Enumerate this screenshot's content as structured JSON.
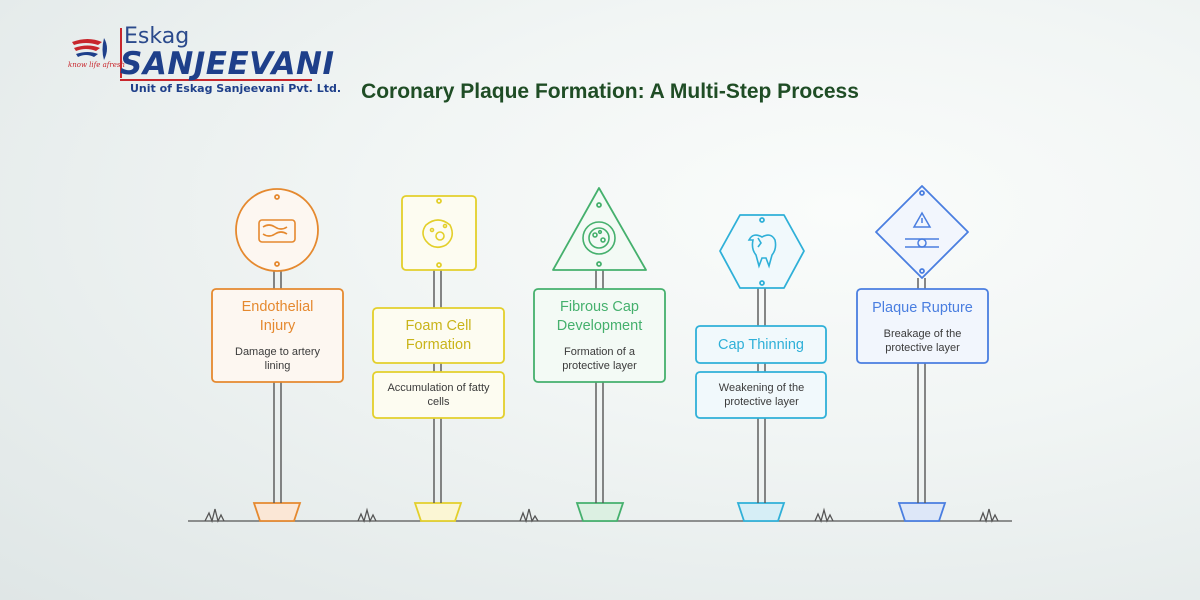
{
  "header": {
    "logo": {
      "brand_top": "Eskag",
      "brand_main": "SANJEEVANI",
      "tagline": "know life afresh",
      "unit": "Unit of Eskag Sanjeevani Pvt. Ltd."
    },
    "title": "Coronary Plaque Formation: A Multi-Step Process"
  },
  "colors": {
    "orange": "#e5892f",
    "yellow": "#e3cf2b",
    "green": "#45b06d",
    "cyan": "#2fb0d8",
    "blue": "#4a7ee0",
    "ground": "#555555",
    "brand_red": "#c8262c",
    "brand_blue": "#1e3f8a"
  },
  "steps": [
    {
      "title": "Endothelial Injury",
      "description": "Damage to artery lining",
      "color_key": "orange",
      "icon": "damaged-tissue-icon"
    },
    {
      "title": "Foam Cell Formation",
      "description": "Accumulation of fatty cells",
      "color_key": "yellow",
      "icon": "cell-icon"
    },
    {
      "title": "Fibrous Cap Development",
      "description": "Formation of a protective layer",
      "color_key": "green",
      "icon": "virus-cell-icon"
    },
    {
      "title": "Cap Thinning",
      "description": "Weakening of the protective layer",
      "color_key": "cyan",
      "icon": "broken-tooth-icon"
    },
    {
      "title": "Plaque Rupture",
      "description": "Breakage of the protective layer",
      "color_key": "blue",
      "icon": "warning-rupture-icon"
    }
  ]
}
